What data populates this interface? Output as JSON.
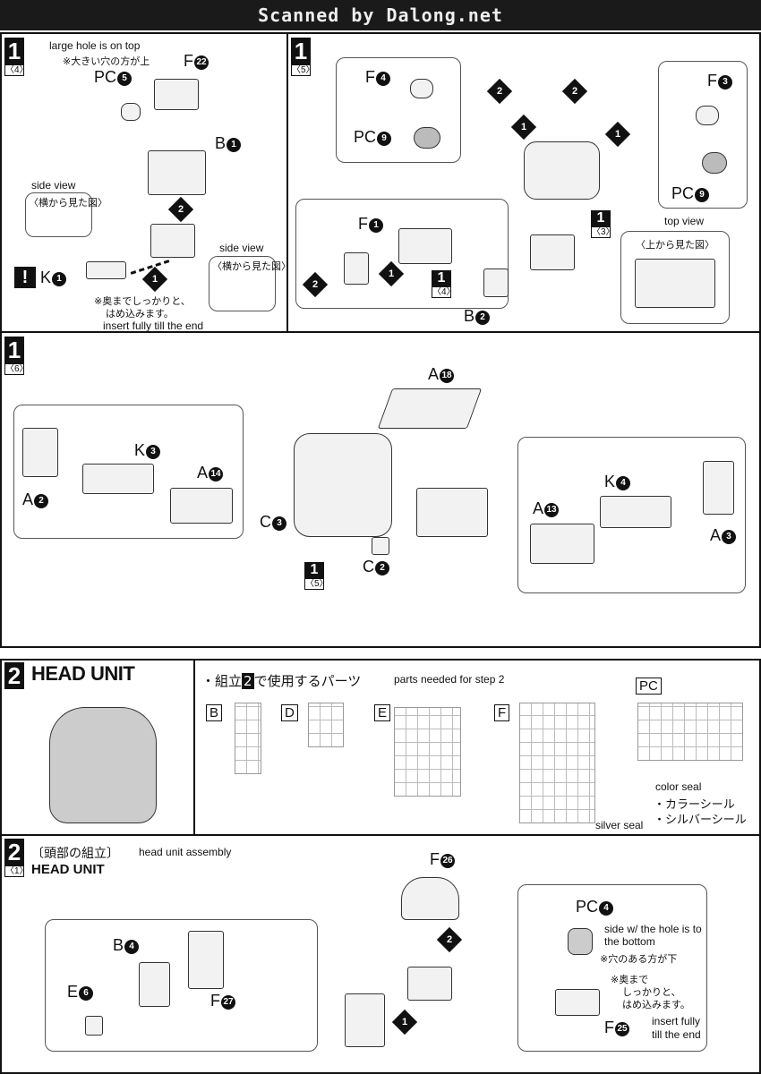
{
  "header": {
    "title": "Scanned by Dalong.net"
  },
  "step1_4": {
    "step": "1",
    "sub": "〈4〉",
    "note_en": "large hole is on top",
    "note_jp": "※大きい穴の方が上",
    "pc5": {
      "p": "PC",
      "n": "5"
    },
    "f22": {
      "p": "F",
      "n": "22"
    },
    "b1": {
      "p": "B",
      "n": "1"
    },
    "k1": {
      "p": "K",
      "n": "1"
    },
    "side_view1": "side view",
    "side_view1_jp": "〈横から見た図〉",
    "side_view2": "side view",
    "side_view2_jp": "〈横から見た図〉",
    "insert_jp1": "※奥までしっかりと、",
    "insert_jp2": "はめ込みます。",
    "insert_en": "insert fully till the end",
    "warn": "!",
    "m1": "1",
    "m2": "2"
  },
  "step1_5": {
    "step": "1",
    "sub": "〈5〉",
    "f4": {
      "p": "F",
      "n": "4"
    },
    "pc9a": {
      "p": "PC",
      "n": "9"
    },
    "f3": {
      "p": "F",
      "n": "3"
    },
    "pc9b": {
      "p": "PC",
      "n": "9"
    },
    "f1": {
      "p": "F",
      "n": "1"
    },
    "b2": {
      "p": "B",
      "n": "2"
    },
    "ref4": {
      "step": "1",
      "sub": "〈4〉"
    },
    "ref3": {
      "step": "1",
      "sub": "〈3〉"
    },
    "top_view": "top view",
    "top_view_jp": "〈上から見た図〉",
    "m1": "1",
    "m2": "2"
  },
  "step1_6": {
    "step": "1",
    "sub": "〈6〉",
    "a18": {
      "p": "A",
      "n": "18"
    },
    "a2": {
      "p": "A",
      "n": "2"
    },
    "k3": {
      "p": "K",
      "n": "3"
    },
    "a14": {
      "p": "A",
      "n": "14"
    },
    "c3": {
      "p": "C",
      "n": "3"
    },
    "c2": {
      "p": "C",
      "n": "2"
    },
    "ref5": {
      "step": "1",
      "sub": "〈5〉"
    },
    "a13": {
      "p": "A",
      "n": "13"
    },
    "k4": {
      "p": "K",
      "n": "4"
    },
    "a3": {
      "p": "A",
      "n": "3"
    }
  },
  "head": {
    "step": "2",
    "title": "HEAD UNIT",
    "parts_jp_pre": "・組立",
    "parts_jp_num": "2",
    "parts_jp_post": "で使用するパーツ",
    "parts_en": "parts needed for step 2",
    "sprues": [
      "B",
      "D",
      "E",
      "F"
    ],
    "pc": "PC",
    "color_seal": "color seal",
    "color_seal_jp": "・カラーシール",
    "silver_seal_jp": "・シルバーシール",
    "silver_seal": "silver seal"
  },
  "step2_1": {
    "step": "2",
    "sub": "〈1〉",
    "title_jp": "〔頭部の組立〕",
    "title_en": "head unit assembly",
    "title": "HEAD UNIT",
    "f26": {
      "p": "F",
      "n": "26"
    },
    "b4": {
      "p": "B",
      "n": "4"
    },
    "e6": {
      "p": "E",
      "n": "6"
    },
    "f27": {
      "p": "F",
      "n": "27"
    },
    "pc4": {
      "p": "PC",
      "n": "4"
    },
    "f25": {
      "p": "F",
      "n": "25"
    },
    "hole_en": "side w/ the hole is to the bottom",
    "hole_jp": "※穴のある方が下",
    "insert_jp1": "※奥まで",
    "insert_jp2": "しっかりと、",
    "insert_jp3": "はめ込みます。",
    "insert_en1": "insert fully",
    "insert_en2": "till the end",
    "m1": "1",
    "m2": "2"
  }
}
